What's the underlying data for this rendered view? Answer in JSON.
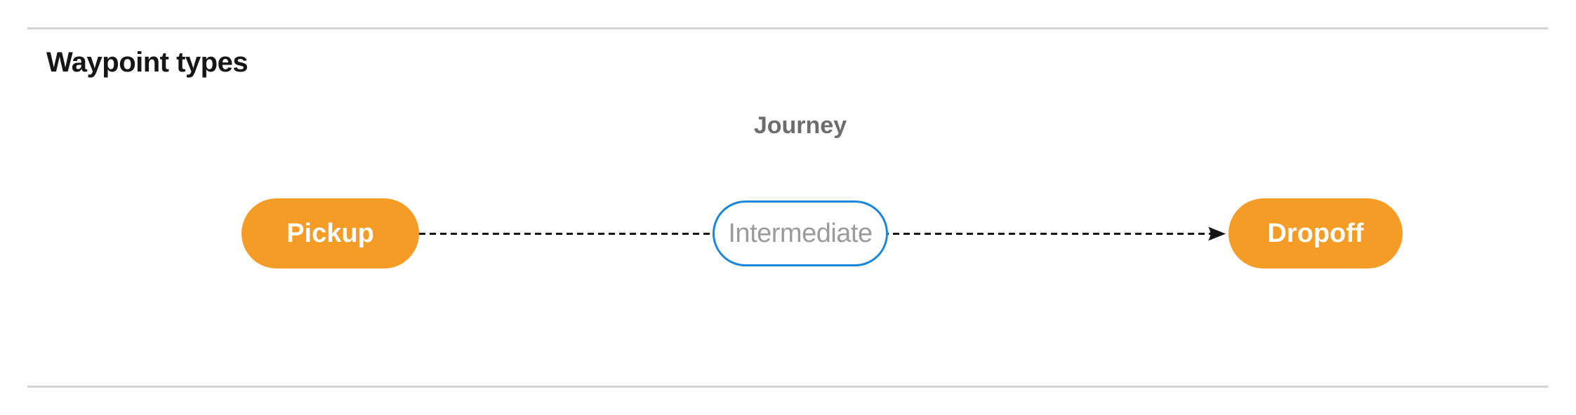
{
  "page": {
    "title": "Waypoint types"
  },
  "diagram": {
    "label": "Journey",
    "nodes": [
      {
        "id": "pickup",
        "label": "Pickup",
        "type": "endpoint"
      },
      {
        "id": "intermediate",
        "label": "Intermediate",
        "type": "intermediate"
      },
      {
        "id": "dropoff",
        "label": "Dropoff",
        "type": "endpoint"
      }
    ],
    "edge": {
      "style": "dashed",
      "arrowhead": "filled-stealth-right",
      "from": "Pickup",
      "through": "Intermediate",
      "to": "Dropoff"
    },
    "colors": {
      "endpoint_fill": "#F59C27",
      "endpoint_text": "#FFFFFF",
      "intermediate_border": "#1B87DB",
      "intermediate_text": "#9B9B9B",
      "journey_label": "#6D6D6D",
      "heading_text": "#161616",
      "edge": "#151515",
      "divider": "#D4D4D4"
    }
  }
}
